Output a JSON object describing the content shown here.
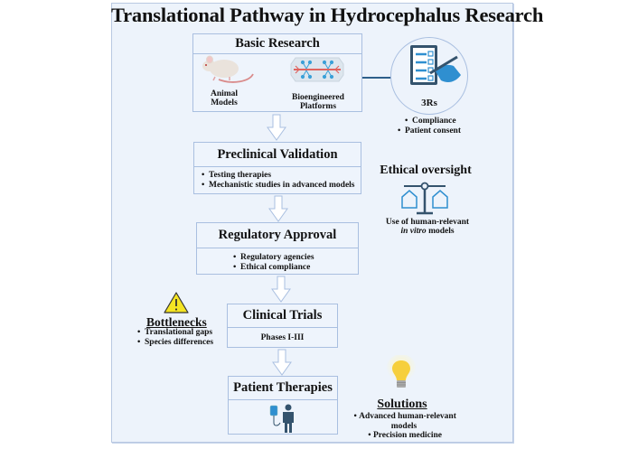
{
  "title": "Translational Pathway in Hydrocephalus Research",
  "stages": {
    "basic_research": {
      "title": "Basic Research",
      "items": [
        {
          "label_line1": "Animal",
          "label_line2": "Models",
          "icon": "mouse-icon"
        },
        {
          "label_line1": "Bioengineered",
          "label_line2": "Platforms",
          "icon": "microfluidic-chip-icon"
        }
      ]
    },
    "preclinical_validation": {
      "title": "Preclinical Validation",
      "bullets": [
        "Testing therapies",
        "Mechanistic studies in advanced models"
      ]
    },
    "regulatory_approval": {
      "title": "Regulatory Approval",
      "bullets": [
        "Regulatory agencies",
        "Ethical compliance"
      ]
    },
    "clinical_trials": {
      "title": "Clinical Trials",
      "subtitle": "Phases I-III"
    },
    "patient_therapies": {
      "title": "Patient Therapies",
      "icon": "patient-iv-icon"
    }
  },
  "three_rs": {
    "label": "3Rs",
    "icon": "checklist-hand-icon",
    "bullets": [
      "Compliance",
      "Patient consent"
    ]
  },
  "ethical_oversight": {
    "title": "Ethical oversight",
    "icon": "balance-scale-icon",
    "text_line1": "Use of human-relevant",
    "text_line2_italic": "in vitro",
    "text_line2_rest": " models"
  },
  "bottlenecks": {
    "title": "Bottlenecks",
    "icon": "warning-icon",
    "bullets": [
      "Translational gaps",
      "Species differences"
    ]
  },
  "solutions": {
    "title": "Solutions",
    "icon": "lightbulb-icon",
    "bullets": [
      "Advanced human-relevant models",
      "Precision medicine"
    ]
  },
  "colors": {
    "frame_bg": "#edf3fb",
    "box_border": "#a9bfe0",
    "connector": "#2e5f8a",
    "icon_blue": "#2f8fd0",
    "icon_dark": "#34536d",
    "warning_yellow": "#f4e423",
    "bulb_yellow": "#f6cf3c"
  }
}
